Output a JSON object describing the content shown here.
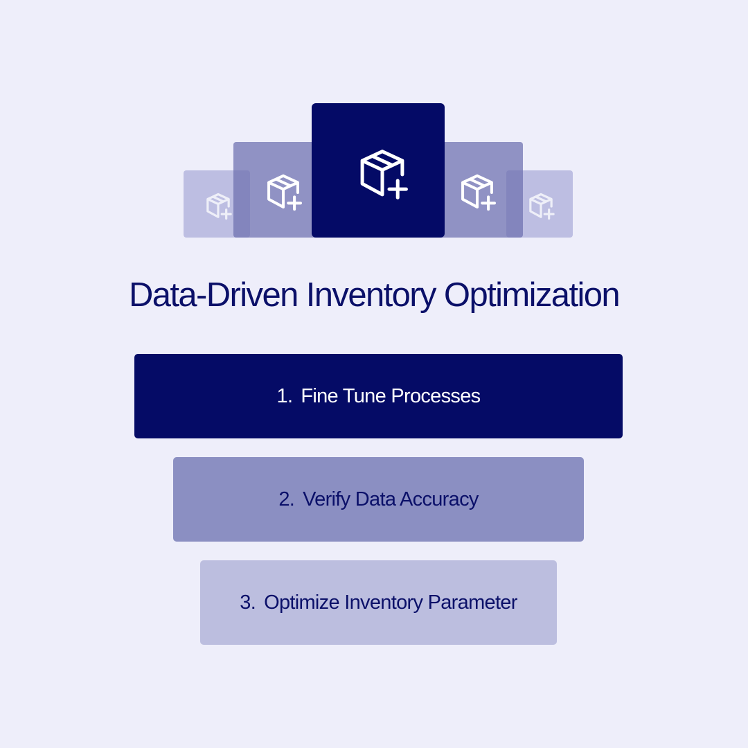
{
  "title": "Data-Driven Inventory Optimization",
  "icons": {
    "tiles": [
      "box-plus-icon",
      "box-plus-icon",
      "box-plus-icon",
      "box-plus-icon",
      "box-plus-icon"
    ]
  },
  "steps": [
    {
      "number": "1.",
      "label": "Fine Tune Processes"
    },
    {
      "number": "2.",
      "label": "Verify Data Accuracy"
    },
    {
      "number": "3.",
      "label": "Optimize Inventory Parameter"
    }
  ],
  "colors": {
    "background": "#eeeefa",
    "primary": "#050b66",
    "mid": "#8b8fc2",
    "light": "#bcbedf",
    "text_dark": "#0b1069"
  }
}
